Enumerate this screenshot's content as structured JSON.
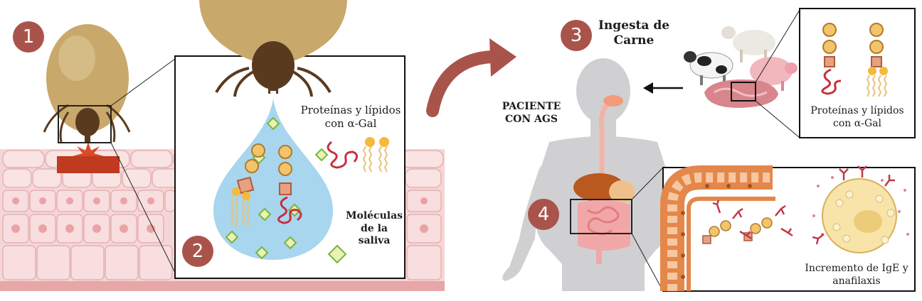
{
  "steps": [
    "1",
    "2",
    "3",
    "4"
  ],
  "labels": {
    "saliva_title": "Proteínas y lípidos con α-Gal",
    "saliva_molecules": "Moléculas de la saliva",
    "meat_intake": "Ingesta de Carne",
    "patient": "PACIENTE CON AGS",
    "meat_box": "Proteínas y lípidos con α-Gal",
    "ige": "Incremento de IgE y anafilaxis"
  },
  "colors": {
    "badge": "#a9544a",
    "tick_body": "#c9a86b",
    "tick_head": "#5a3a1f",
    "saliva_drop": "#a7d6ee",
    "alpha_gal": "#f2c46b",
    "protein": "#c62f3f",
    "skin": "#f4cfd0",
    "intestine": "#e4874a"
  }
}
